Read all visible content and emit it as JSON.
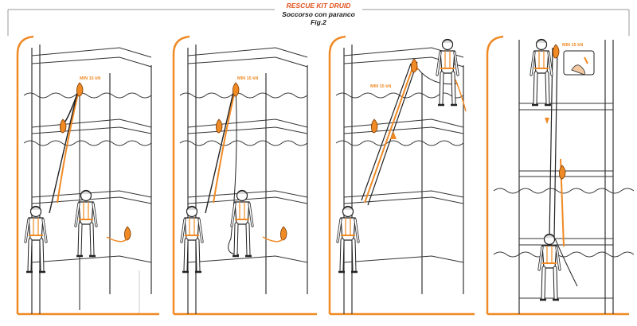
{
  "header": {
    "title": "RESCUE KIT DRUID",
    "subtitle": "Soccorso con paranco",
    "figure": "Fig.2"
  },
  "panels": [
    {
      "min_label": "MIN 15 kN"
    },
    {
      "min_label": "MIN 15 kN"
    },
    {
      "min_label": "MIN 15 kN"
    },
    {
      "min_label": "MIN 15 kN"
    }
  ],
  "colors": {
    "accent": "#f08a24",
    "title": "#e0541d",
    "line": "#2b2b2b",
    "frame": "#9a9a9a"
  }
}
